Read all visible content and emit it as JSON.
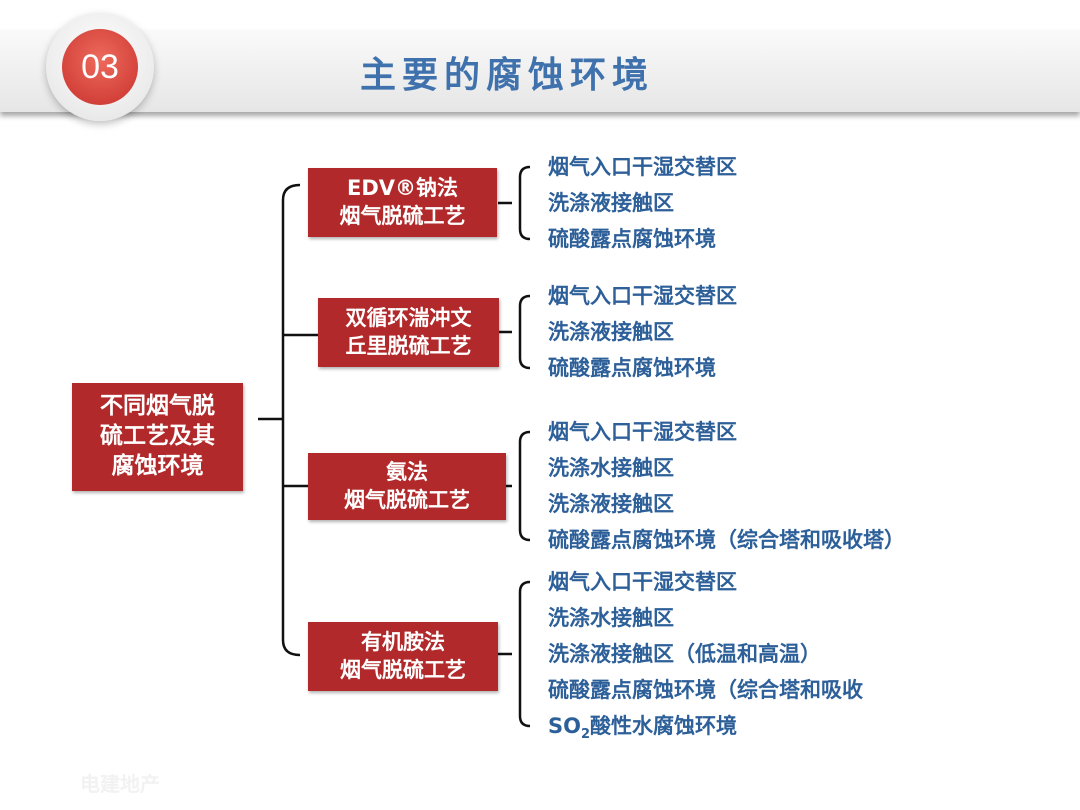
{
  "header": {
    "number": "03",
    "title": "主要的腐蚀环境"
  },
  "root": {
    "lines": [
      "不同烟气脱",
      "硫工艺及其",
      "腐蚀环境"
    ]
  },
  "processes": [
    {
      "lines": [
        "EDV®钠法",
        "烟气脱硫工艺"
      ],
      "items": [
        "烟气入口干湿交替区",
        "洗涤液接触区",
        "硫酸露点腐蚀环境"
      ]
    },
    {
      "lines": [
        "双循环湍冲文",
        "丘里脱硫工艺"
      ],
      "items": [
        "烟气入口干湿交替区",
        "洗涤液接触区",
        "硫酸露点腐蚀环境"
      ]
    },
    {
      "lines": [
        "氨法",
        "烟气脱硫工艺"
      ],
      "items": [
        "烟气入口干湿交替区",
        "洗涤水接触区",
        "洗涤液接触区",
        "硫酸露点腐蚀环境（综合塔和吸收塔）"
      ]
    },
    {
      "lines": [
        "有机胺法",
        "烟气脱硫工艺"
      ],
      "items": [
        "烟气入口干湿交替区",
        "洗涤水接触区",
        "洗涤液接触区（低温和高温）",
        "硫酸露点腐蚀环境（综合塔和吸收"
      ]
    }
  ],
  "last_item": {
    "prefix": "SO",
    "sub": "2",
    "suffix": "酸性水腐蚀环境"
  },
  "watermark": "电建地产",
  "colors": {
    "red": "#b2292b",
    "blue": "#2d5f99"
  }
}
